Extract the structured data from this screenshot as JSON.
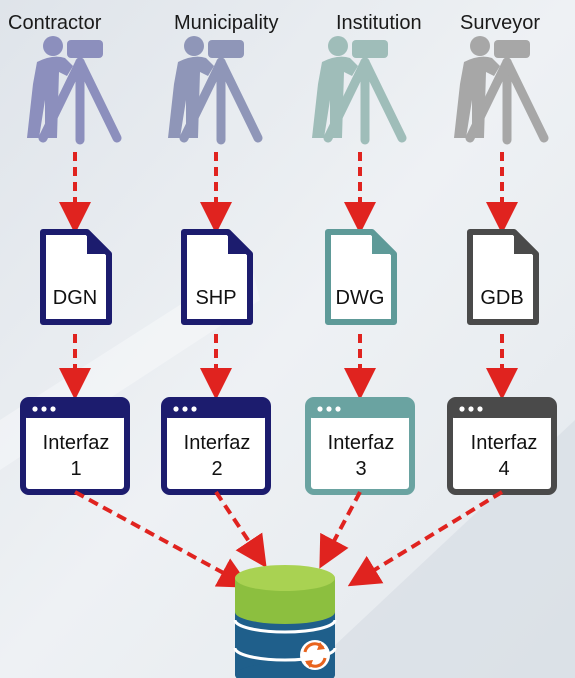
{
  "roles": [
    {
      "label": "Contractor",
      "color": "#8c8fbd"
    },
    {
      "label": "Municipality",
      "color": "#8f96b8"
    },
    {
      "label": "Institution",
      "color": "#9fbdb9"
    },
    {
      "label": "Surveyor",
      "color": "#a7a7a7"
    }
  ],
  "files": [
    {
      "label": "DGN",
      "color": "#1c1c6e"
    },
    {
      "label": "SHP",
      "color": "#1c1c6e"
    },
    {
      "label": "DWG",
      "color": "#5e9a98"
    },
    {
      "label": "GDB",
      "color": "#4a4a4a"
    }
  ],
  "interfaces": [
    {
      "word": "Interfaz",
      "num": "1",
      "color": "#1c1c6e"
    },
    {
      "word": "Interfaz",
      "num": "2",
      "color": "#1c1c6e"
    },
    {
      "word": "Interfaz",
      "num": "3",
      "color": "#6aa3a1"
    },
    {
      "word": "Interfaz",
      "num": "4",
      "color": "#4a4a4a"
    }
  ],
  "database": {
    "icon": "database-sync-icon",
    "top_color": "#8cbf3f",
    "body_color": "#1f5f8b"
  },
  "arrow_color": "#e0231f"
}
